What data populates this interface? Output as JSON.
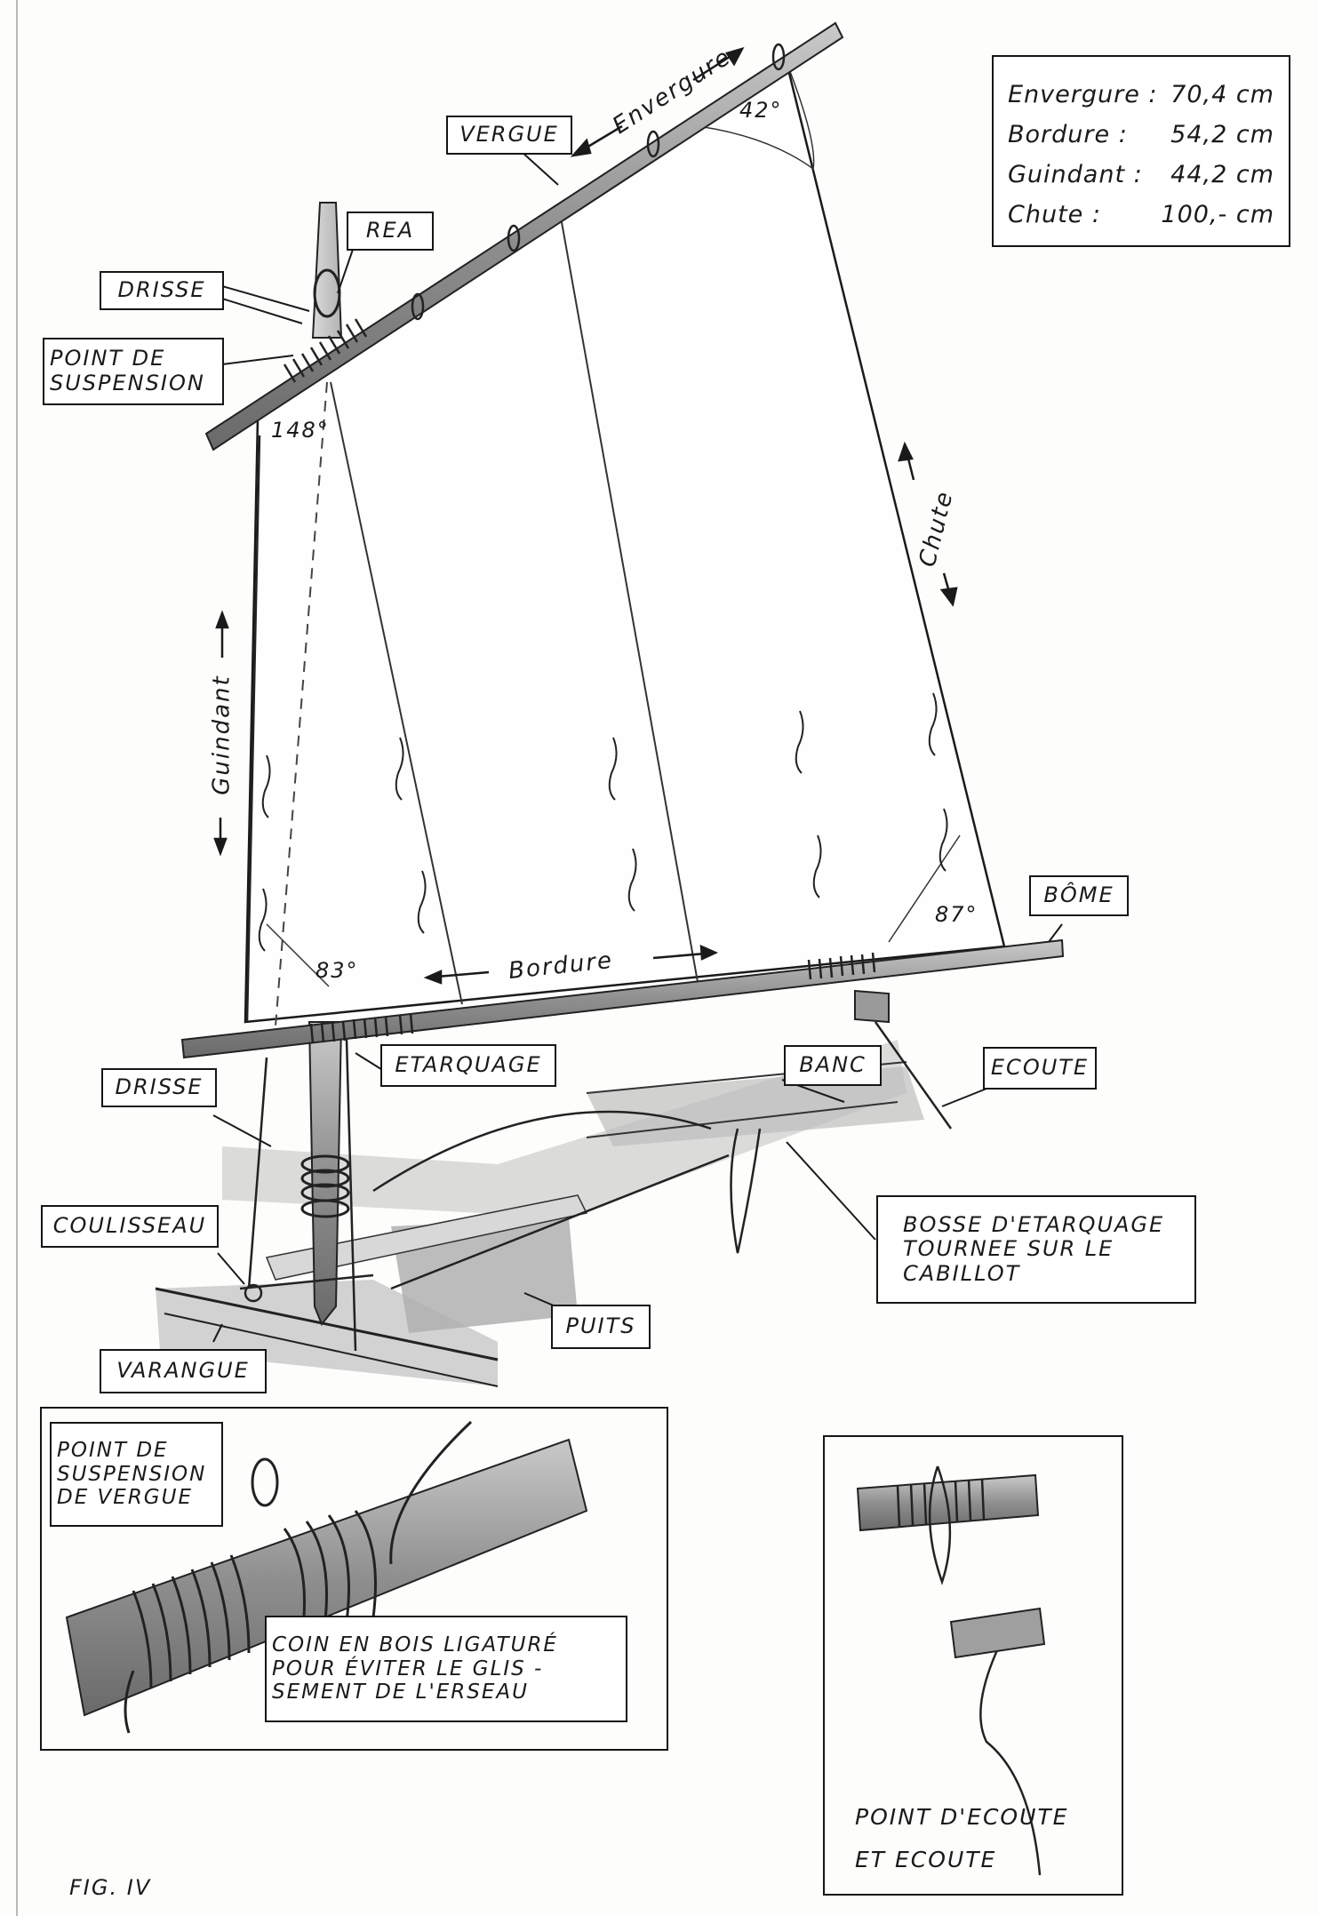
{
  "spec_box": {
    "rows": [
      {
        "label": "Envergure :",
        "value": "70,4 cm"
      },
      {
        "label": "Bordure :",
        "value": "54,2 cm"
      },
      {
        "label": "Guindant :",
        "value": "44,2 cm"
      },
      {
        "label": "Chute :",
        "value": "100,- cm"
      }
    ]
  },
  "labels": {
    "vergue": "VERGUE",
    "rea": "REA",
    "drisse_top": "DRISSE",
    "point_suspension": [
      "POINT DE",
      "SUSPENSION"
    ],
    "bome": "BÔME",
    "etarquage": "ETARQUAGE",
    "drisse_bottom": "DRISSE",
    "banc": "BANC",
    "ecoute": "ECOUTE",
    "coulisseau": "COULISSEAU",
    "bosse": [
      "BOSSE D'ETARQUAGE",
      "TOURNEE SUR LE",
      "CABILLOT"
    ],
    "puits": "PUITS",
    "varangue": "VARANGUE",
    "inset_left_title": [
      "POINT DE",
      "SUSPENSION",
      "DE VERGUE"
    ],
    "inset_left_note": [
      "COIN EN BOIS LIGATURÉ",
      "POUR ÉVITER LE GLIS -",
      "SEMENT DE L'ERSEAU"
    ],
    "inset_right_caption": [
      "POINT D'ECOUTE",
      "ET ECOUTE"
    ]
  },
  "dimensions": {
    "envergure": "Envergure",
    "chute": "Chute",
    "guindant": "Guindant",
    "bordure": "Bordure"
  },
  "angles": {
    "peak": "42°",
    "throat": "148°",
    "tack": "83°",
    "clew": "87°"
  },
  "figure": "FIG. IV"
}
